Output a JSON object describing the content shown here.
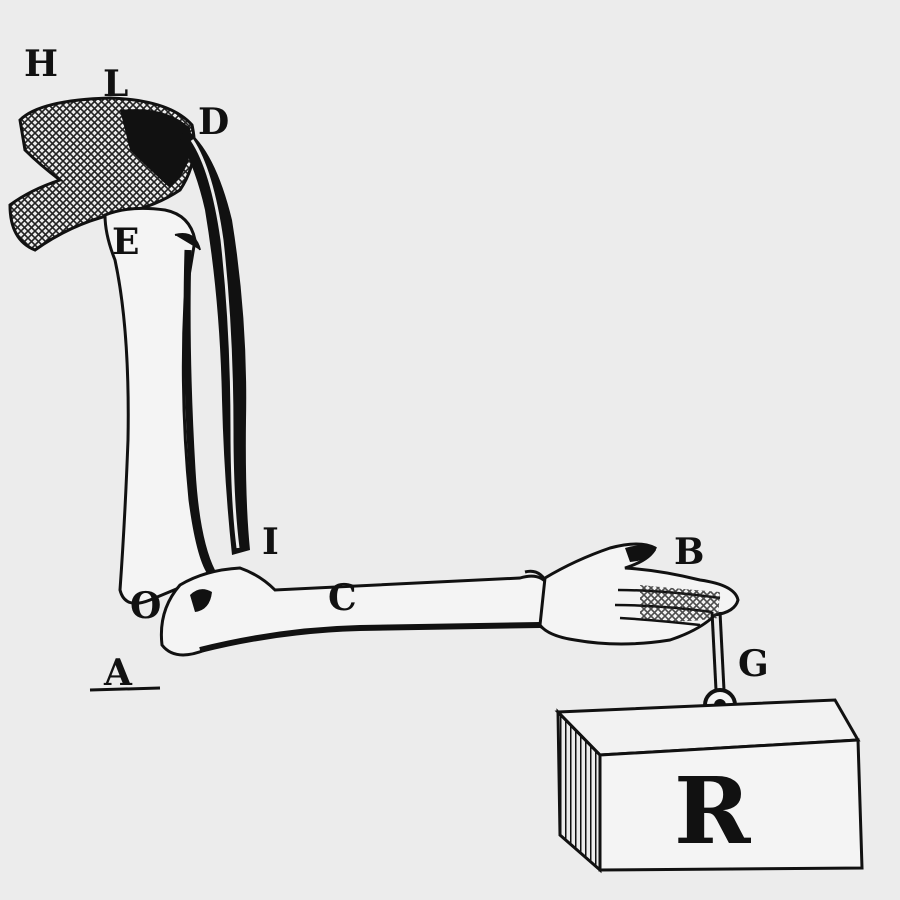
{
  "labels": {
    "H": "H",
    "L": "L",
    "D": "D",
    "E": "E",
    "I": "I",
    "O": "O",
    "A": "A",
    "C": "C",
    "B": "B",
    "G": "G",
    "R": "R"
  },
  "colors": {
    "paper": "#ececec",
    "ink": "#111111"
  }
}
